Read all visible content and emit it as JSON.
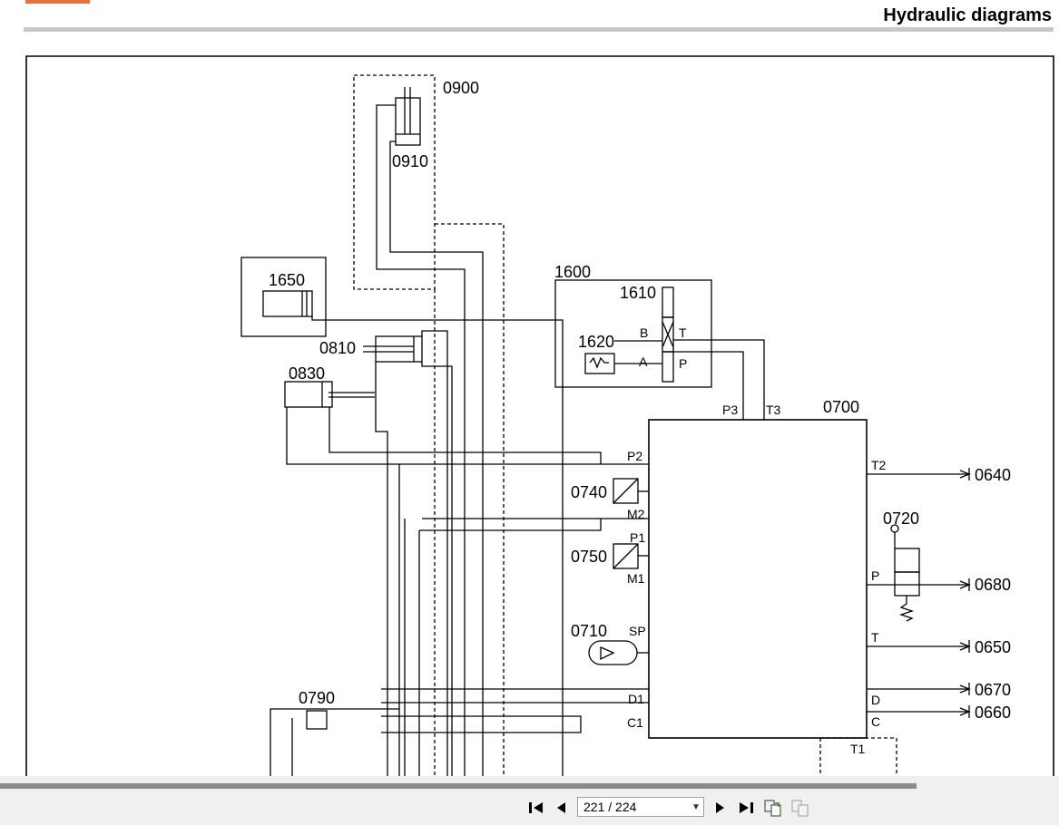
{
  "header": {
    "title": "Hydraulic diagrams"
  },
  "diagram": {
    "labels": {
      "c0900": "0900",
      "c0910": "0910",
      "c1650": "1650",
      "c1600": "1600",
      "c1610": "1610",
      "c1620": "1620",
      "c0810": "0810",
      "c0830": "0830",
      "c0700": "0700",
      "c0740": "0740",
      "c0750": "0750",
      "c0710": "0710",
      "c0790": "0790",
      "c0720": "0720",
      "c0640": "0640",
      "c0680": "0680",
      "c0650": "0650",
      "c0670": "0670",
      "c0660": "0660"
    },
    "ports": {
      "p2": "P2",
      "m2": "M2",
      "p1": "P1",
      "m1": "M1",
      "sp": "SP",
      "d1": "D1",
      "c1": "C1",
      "p3": "P3",
      "t3": "T3",
      "t2": "T2",
      "p": "P",
      "t": "T",
      "d": "D",
      "c": "C",
      "t1": "T1",
      "vb": "B",
      "vt": "T",
      "va": "A",
      "vp": "P"
    }
  },
  "toolbar": {
    "page_current": "221",
    "page_total": "224",
    "page_display": "221 / 224",
    "icons": [
      "first-page-icon",
      "prev-page-icon",
      "next-page-icon",
      "last-page-icon",
      "fit-page-icon",
      "fit-width-icon"
    ]
  }
}
